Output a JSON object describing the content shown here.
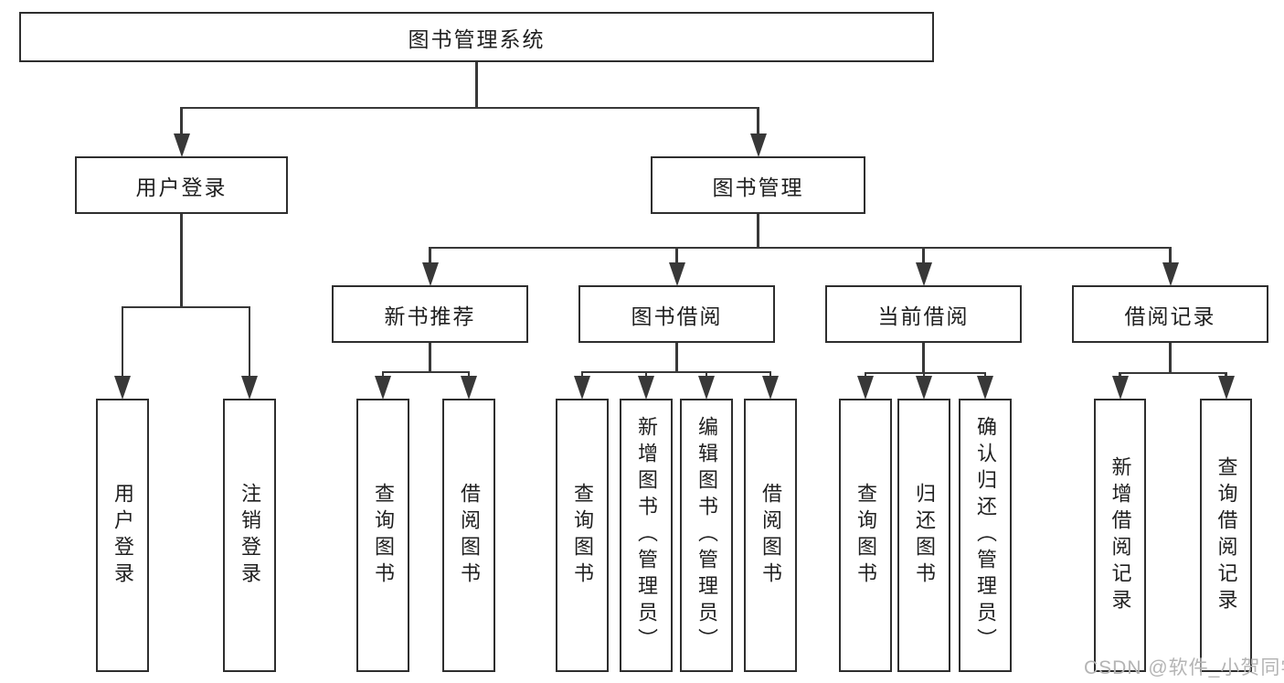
{
  "diagram": {
    "title": "图书管理系统",
    "type": "functional-structure-tree"
  },
  "nodes": [
    {
      "id": "root",
      "label": "图书管理系统",
      "parent": null
    },
    {
      "id": "user-login-module",
      "label": "用户登录",
      "parent": "root"
    },
    {
      "id": "book-management",
      "label": "图书管理",
      "parent": "root"
    },
    {
      "id": "user-login",
      "label": "用户登录",
      "parent": "user-login-module"
    },
    {
      "id": "logout",
      "label": "注销登录",
      "parent": "user-login-module"
    },
    {
      "id": "new-book-recommend",
      "label": "新书推荐",
      "parent": "book-management"
    },
    {
      "id": "book-borrowing",
      "label": "图书借阅",
      "parent": "book-management"
    },
    {
      "id": "current-borrowing",
      "label": "当前借阅",
      "parent": "book-management"
    },
    {
      "id": "borrowing-records",
      "label": "借阅记录",
      "parent": "book-management"
    },
    {
      "id": "search-books-1",
      "label": "查询图书",
      "parent": "new-book-recommend"
    },
    {
      "id": "borrow-books-1",
      "label": "借阅图书",
      "parent": "new-book-recommend"
    },
    {
      "id": "search-books-2",
      "label": "查询图书",
      "parent": "book-borrowing"
    },
    {
      "id": "add-books-admin",
      "label": "新增图书（管理员）",
      "parent": "book-borrowing"
    },
    {
      "id": "edit-books-admin",
      "label": "编辑图书（管理员）",
      "parent": "book-borrowing"
    },
    {
      "id": "borrow-books-2",
      "label": "借阅图书",
      "parent": "book-borrowing"
    },
    {
      "id": "search-books-3",
      "label": "查询图书",
      "parent": "current-borrowing"
    },
    {
      "id": "return-books",
      "label": "归还图书",
      "parent": "current-borrowing"
    },
    {
      "id": "confirm-return-admin",
      "label": "确认归还（管理员）",
      "parent": "current-borrowing"
    },
    {
      "id": "add-borrow-record",
      "label": "新增借阅记录",
      "parent": "borrowing-records"
    },
    {
      "id": "search-borrow-record",
      "label": "查询借阅记录",
      "parent": "borrowing-records"
    }
  ],
  "watermark": {
    "text": "CSDN @软件_小贺同学"
  },
  "colors": {
    "line": "#383838",
    "box_border": "#2e2e2e",
    "text": "#1f1f1f",
    "watermark": "#b4b4b4",
    "background": "#ffffff"
  }
}
